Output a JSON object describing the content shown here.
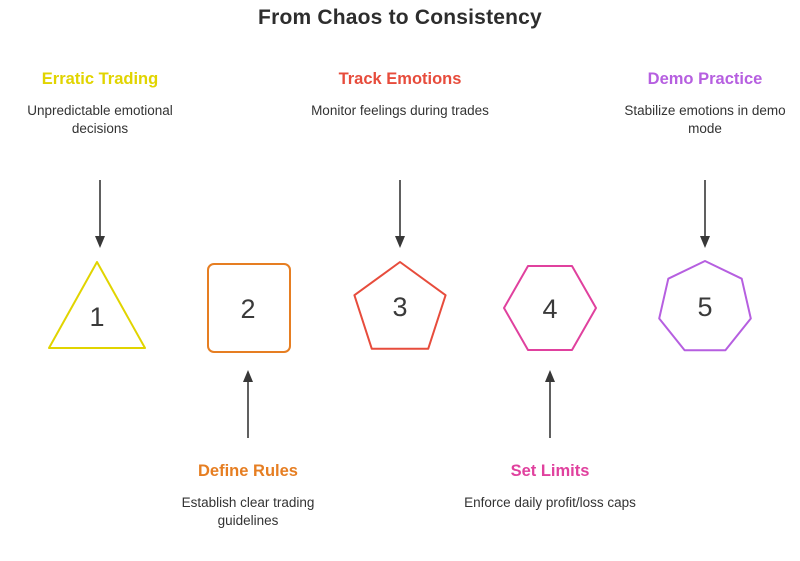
{
  "title": "From Chaos to Consistency",
  "arrow_color": "#383838",
  "steps": [
    {
      "number": "1",
      "label": "Erratic Trading",
      "description": "Unpredictable emotional decisions",
      "color": "#e1d400",
      "shape": "triangle",
      "label_position": "top"
    },
    {
      "number": "2",
      "label": "Define Rules",
      "description": "Establish clear trading guidelines",
      "color": "#e67e22",
      "shape": "square",
      "label_position": "bottom"
    },
    {
      "number": "3",
      "label": "Track Emotions",
      "description": "Monitor feelings during trades",
      "color": "#e74c3c",
      "shape": "pentagon",
      "label_position": "top"
    },
    {
      "number": "4",
      "label": "Set Limits",
      "description": "Enforce daily profit/loss caps",
      "color": "#e0419e",
      "shape": "hexagon",
      "label_position": "bottom"
    },
    {
      "number": "5",
      "label": "Demo Practice",
      "description": "Stabilize emotions in demo mode",
      "color": "#b65fe0",
      "shape": "heptagon",
      "label_position": "top"
    }
  ]
}
